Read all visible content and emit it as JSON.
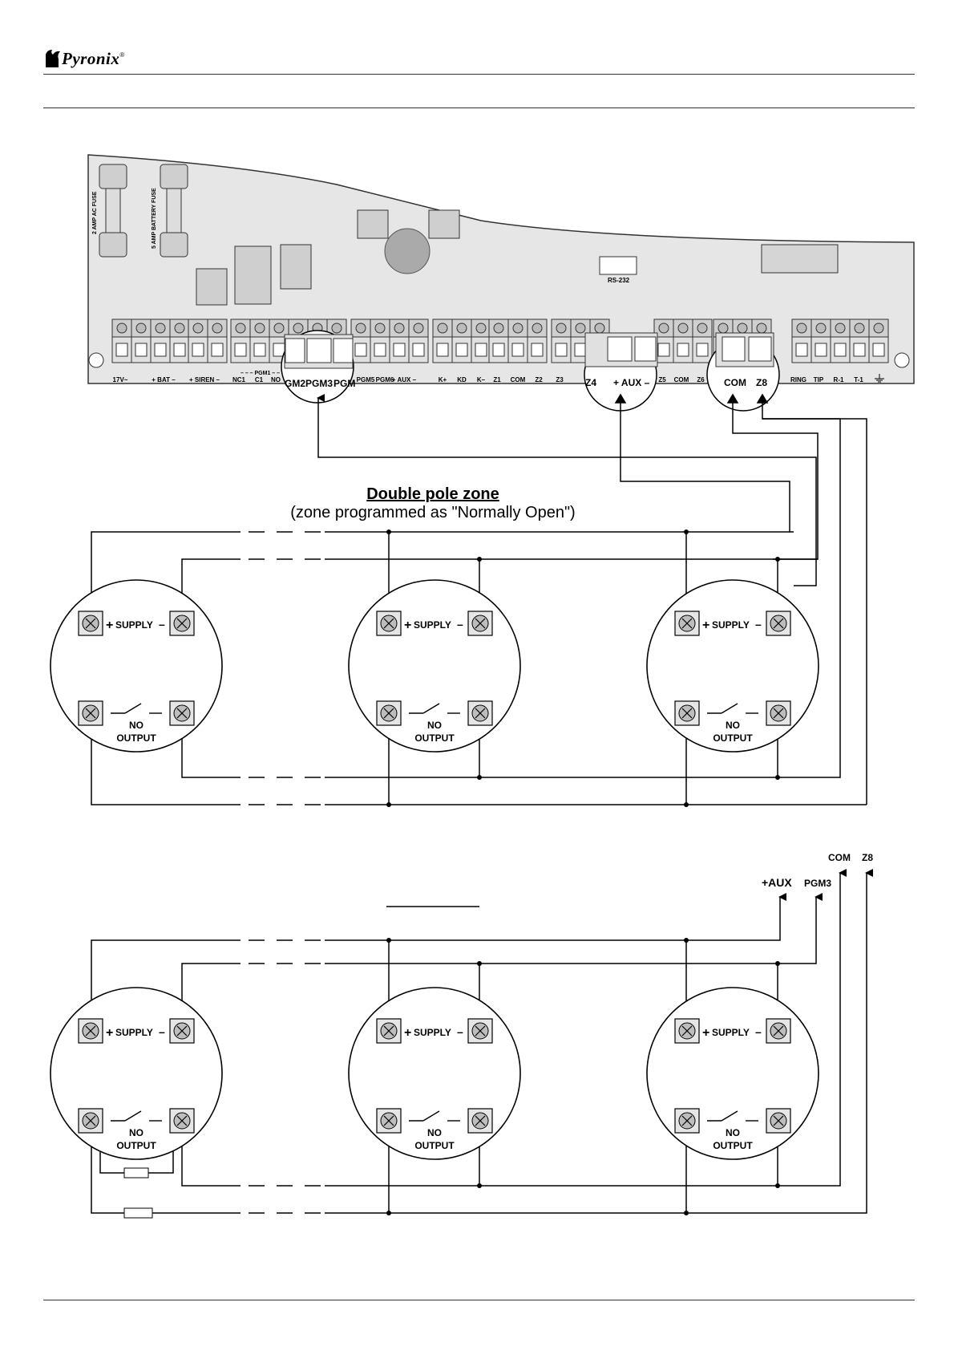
{
  "header": {
    "brand": "Pyronix",
    "brand_mark": "®"
  },
  "board": {
    "fuse1": "2 AMP AC FUSE",
    "fuse2": "5 AMP BATTERY FUSE",
    "rs232": "RS-232",
    "pgm1_label": "– – – PGM1 – – –",
    "terminal_labels": [
      "17V~",
      "+ BAT –",
      "+ SIREN –",
      "NC1",
      "C1",
      "NO",
      "PGM5",
      "PGM6",
      "+ AUX –",
      "K+",
      "KD",
      "K–",
      "Z1",
      "COM",
      "Z2",
      "Z3",
      "Z5",
      "COM",
      "Z6",
      "RING",
      "TIP",
      "R-1",
      "T-1"
    ]
  },
  "zooms": {
    "pgm": [
      "GM2",
      "PGM3",
      "PGM"
    ],
    "aux": [
      "Z4",
      "+ AUX –"
    ],
    "comz8": [
      "COM",
      "Z8"
    ]
  },
  "section1": {
    "title": "Double pole zone",
    "subtitle": "(zone programmed as \"Normally Open\")"
  },
  "detector": {
    "supply_plus": "+",
    "supply": "SUPPLY",
    "supply_minus": "–",
    "no": "NO",
    "output": "OUTPUT"
  },
  "section2": {
    "labels": {
      "aux": "+AUX",
      "pgm3": "PGM3",
      "com": "COM",
      "z8": "Z8"
    }
  }
}
